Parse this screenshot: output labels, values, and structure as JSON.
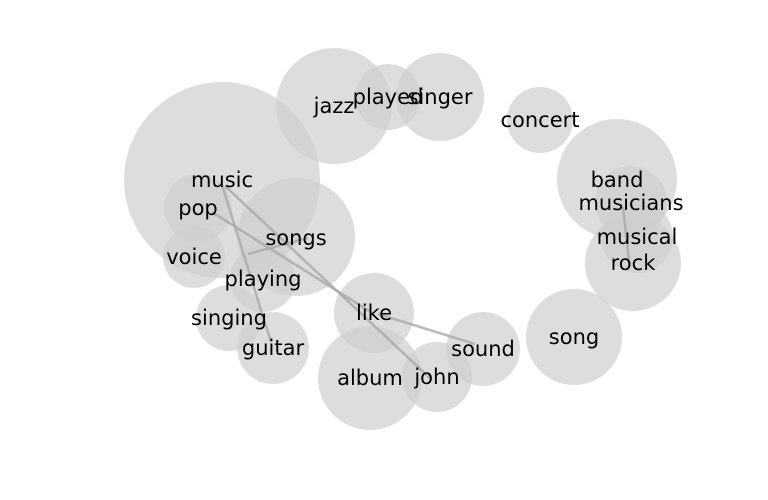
{
  "colors": {
    "node_fill": "#d3d3d3",
    "edge": "#a6a6a6",
    "text": "#000000",
    "background": "#ffffff"
  },
  "nodes": [
    {
      "id": "music",
      "label": "music"
    },
    {
      "id": "jazz",
      "label": "jazz"
    },
    {
      "id": "played",
      "label": "played"
    },
    {
      "id": "singer",
      "label": "singer"
    },
    {
      "id": "concert",
      "label": "concert"
    },
    {
      "id": "band",
      "label": "band"
    },
    {
      "id": "musicians",
      "label": "musicians"
    },
    {
      "id": "musical",
      "label": "musical"
    },
    {
      "id": "rock",
      "label": "rock"
    },
    {
      "id": "songs",
      "label": "songs"
    },
    {
      "id": "pop",
      "label": "pop"
    },
    {
      "id": "voice",
      "label": "voice"
    },
    {
      "id": "playing",
      "label": "playing"
    },
    {
      "id": "singing",
      "label": "singing"
    },
    {
      "id": "guitar",
      "label": "guitar"
    },
    {
      "id": "like",
      "label": "like"
    },
    {
      "id": "sound",
      "label": "sound"
    },
    {
      "id": "album",
      "label": "album"
    },
    {
      "id": "john",
      "label": "john"
    },
    {
      "id": "song",
      "label": "song"
    }
  ],
  "edges": [
    {
      "source": "music",
      "target": "guitar"
    },
    {
      "source": "music",
      "target": "john"
    },
    {
      "source": "pop",
      "target": "like"
    },
    {
      "source": "like",
      "target": "sound"
    },
    {
      "source": "playing",
      "target": "songs"
    },
    {
      "source": "musicians",
      "target": "rock"
    }
  ]
}
